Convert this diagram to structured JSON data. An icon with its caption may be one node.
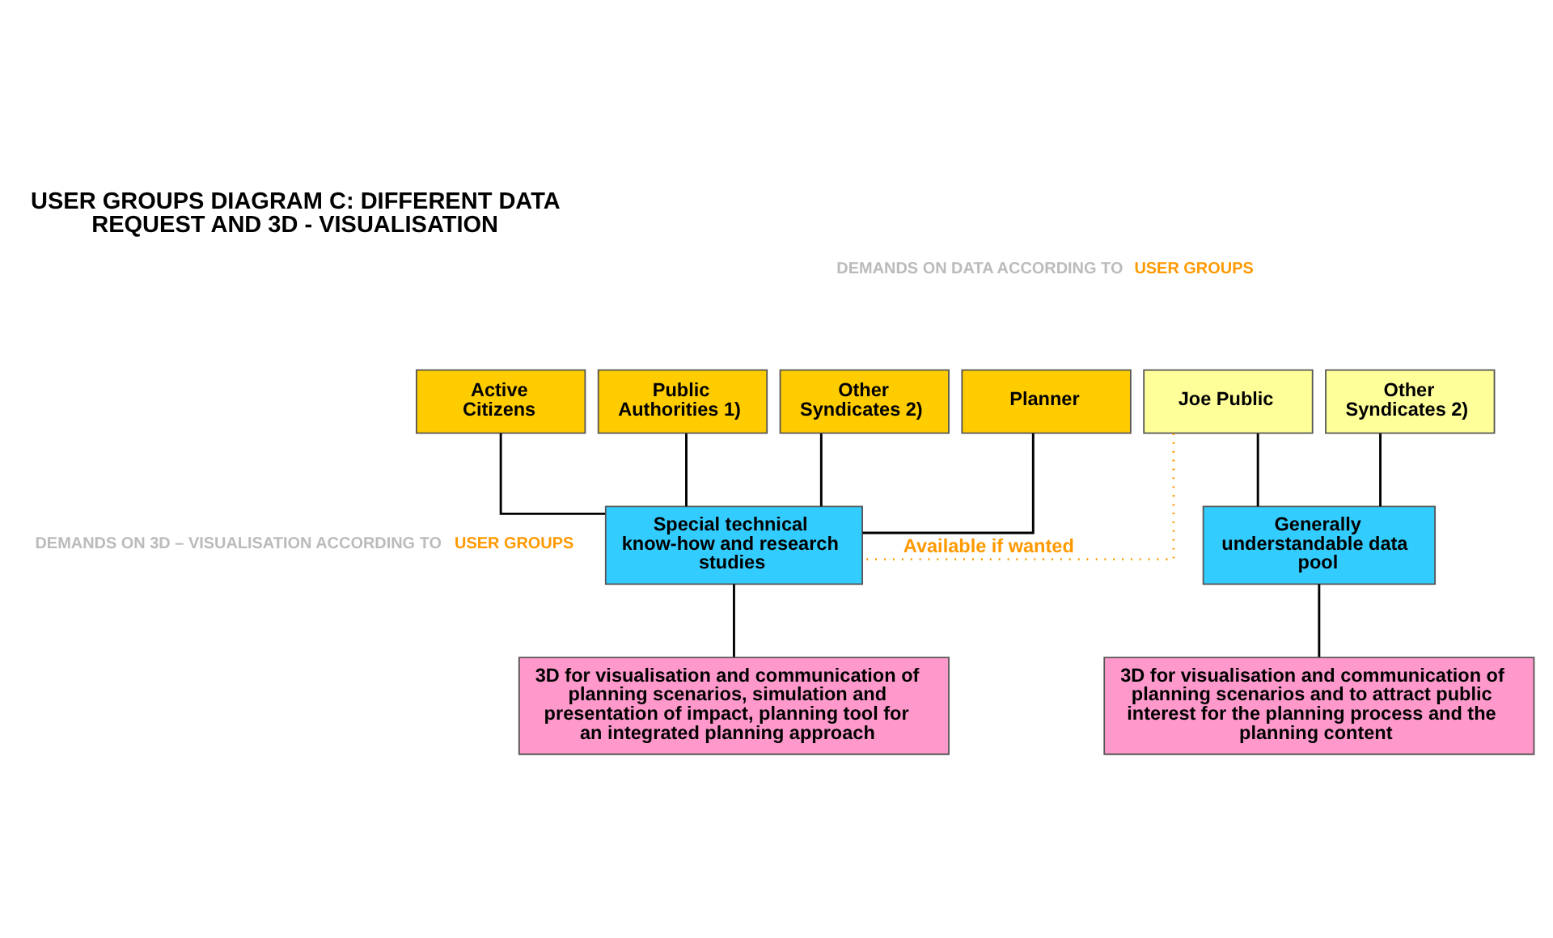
{
  "diagram": {
    "title": "USER GROUPS DIAGRAM C: DIFFERENT DATA REQUEST AND 3D - VISUALISATION",
    "nodes": [
      {
        "text": [
          "Planner"
        ]
      },
      {
        "text": [
          "Active Citizens"
        ]
      },
      {
        "text": [
          "Public Authorities 1)"
        ]
      },
      {
        "text": [
          "Other Syndicates 2)"
        ]
      },
      {
        "text": [
          "Joe Public"
        ]
      },
      {
        "text": [
          "Other Syndicates 2)"
        ]
      },
      {
        "text": [
          "Special technical know-how and research studies"
        ]
      },
      {
        "text": [
          "Generally understandable data pool"
        ]
      },
      {
        "text": [
          "3D for visualisation and communication of planning scenarios, simulation and presentation of impact, planning tool for an integrated planning approach"
        ]
      },
      {
        "text": [
          "3D for visualisation and communication of planning scenarios and to attract public interest for the planning process and the planning content"
        ]
      }
    ],
    "edges": [
      {
        "from": 0,
        "to": 6,
        "arrow": "none"
      },
      {
        "from": 1,
        "to": 6,
        "arrow": "none"
      },
      {
        "from": 2,
        "to": 6,
        "arrow": "none"
      },
      {
        "from": 3,
        "to": 6,
        "arrow": "none"
      },
      {
        "from": 4,
        "to": 6,
        "arrow": "none",
        "label": "Available if wanted",
        "style": "dashed",
        "color": "#ff9900"
      },
      {
        "from": 4,
        "to": 7,
        "arrow": "none"
      },
      {
        "from": 5,
        "to": 7,
        "arrow": "none"
      },
      {
        "from": 6,
        "to": 8,
        "arrow": "none"
      },
      {
        "from": 7,
        "to": 9,
        "arrow": "none"
      }
    ],
    "labels": [
      "DEMANDS ON DATA ACCORDING TO",
      "USER GROUPS",
      "DEMANDS ON 3D – VISUALISATION ACCORDING TO",
      "USER GROUPS"
    ]
  }
}
